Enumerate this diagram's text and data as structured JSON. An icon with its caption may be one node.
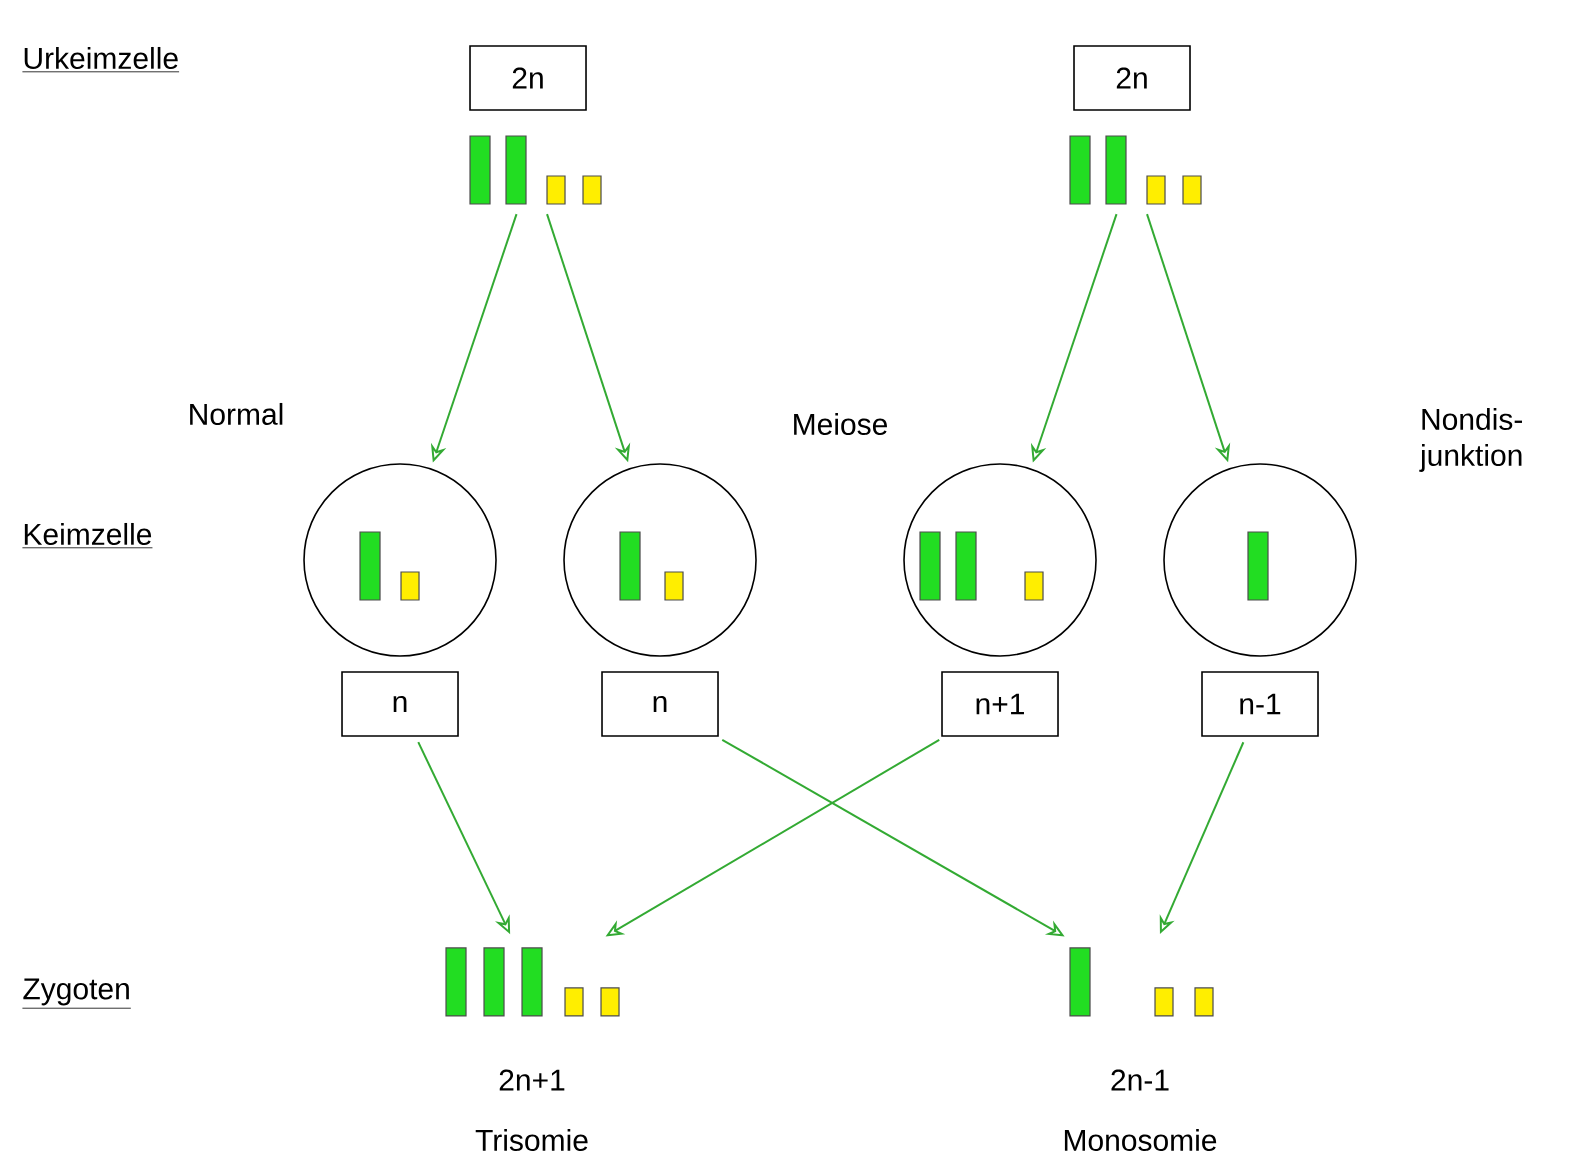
{
  "diagram": {
    "nodes": [
      {
        "text": [
          "2n"
        ]
      },
      {
        "text": [],
        "shape": "bar"
      },
      {
        "text": [
          "2n"
        ]
      },
      {
        "text": [],
        "shape": "bar"
      },
      {
        "text": [],
        "shape": "circle"
      },
      {
        "text": [],
        "shape": "circle"
      },
      {
        "text": [],
        "shape": "circle"
      },
      {
        "text": [],
        "shape": "circle"
      },
      {
        "text": [
          "n"
        ]
      },
      {
        "text": [
          "n"
        ]
      },
      {
        "text": [
          "n+1"
        ]
      },
      {
        "text": [
          "n-1"
        ]
      },
      {
        "text": [],
        "shape": "bar",
        "beside": [
          "2n+1",
          "Trisomie"
        ]
      },
      {
        "text": [],
        "shape": "bar",
        "beside": [
          "2n-1",
          "Monosomie"
        ]
      }
    ],
    "edges": [
      {
        "from": 1,
        "to": 4,
        "arrow": "to"
      },
      {
        "from": 1,
        "to": 5,
        "arrow": "to"
      },
      {
        "from": 3,
        "to": 6,
        "arrow": "to"
      },
      {
        "from": 3,
        "to": 7,
        "arrow": "to"
      },
      {
        "from": 8,
        "to": 12,
        "arrow": "to"
      },
      {
        "from": 10,
        "to": 12,
        "arrow": "to"
      },
      {
        "from": 9,
        "to": 13,
        "arrow": "to"
      },
      {
        "from": 11,
        "to": 13,
        "arrow": "to"
      }
    ],
    "labels": [
      "Urkeimzelle",
      "Normal",
      "Meiose",
      "Nondis- junktion",
      "Keimzelle",
      "Zygoten"
    ]
  }
}
